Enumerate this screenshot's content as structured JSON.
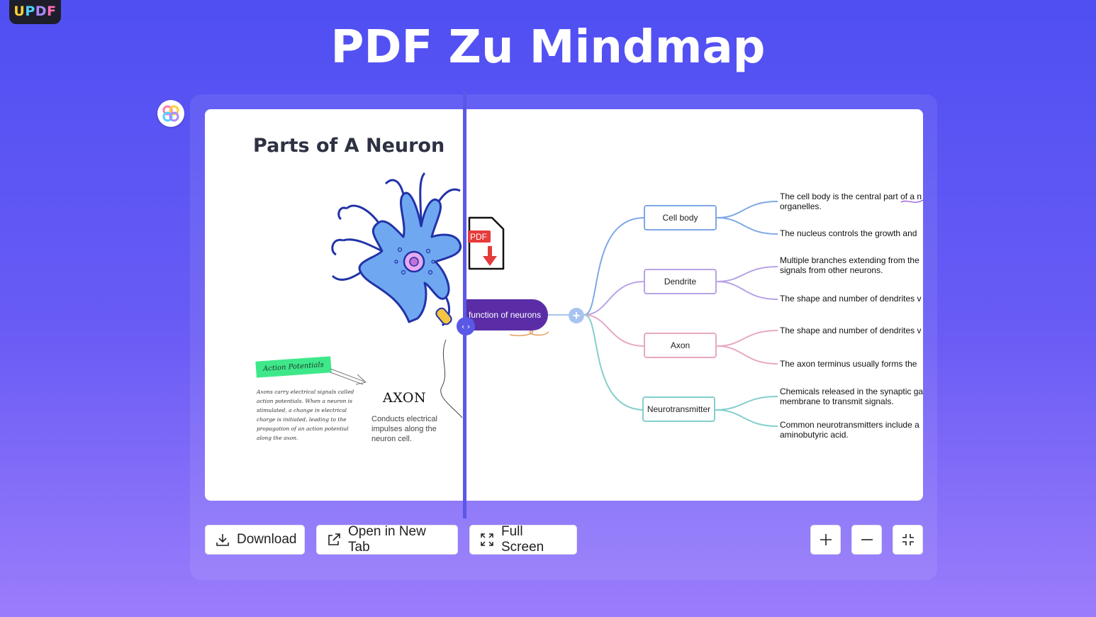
{
  "brand": {
    "logo_u": "U",
    "logo_p": "P",
    "logo_d": "D",
    "logo_f": "F"
  },
  "page": {
    "title": "PDF Zu Mindmap"
  },
  "document": {
    "title": "Parts of A Neuron",
    "action_label": "Action Potentials",
    "action_text": "Axons carry electrical signals called action potentials. When a neuron is stimulated, a change in electrical charge is initiated, leading to the propagation of an action potential along the axon.",
    "axon_title": "AXON",
    "axon_text": "Conducts electrical impulses along the neuron cell.",
    "pdf_badge": "PDF"
  },
  "mindmap": {
    "root": "function of neurons",
    "nodes": [
      {
        "label": "Cell body",
        "color": "#7fa8e6",
        "leaves": [
          "The cell body is the central part of a n",
          "organelles.",
          "The nucleus controls the growth and"
        ]
      },
      {
        "label": "Dendrite",
        "color": "#b9a3e6",
        "leaves": [
          "Multiple branches extending from the",
          "signals from other neurons.",
          "The shape and number of dendrites v"
        ]
      },
      {
        "label": "Axon",
        "color": "#e8a8c4",
        "leaves": [
          "The shape and number of dendrites v",
          "The axon terminus usually forms the"
        ]
      },
      {
        "label": "Neurotransmitter",
        "color": "#84cfcc",
        "leaves": [
          "Chemicals released in the synaptic ga",
          "membrane to transmit signals.",
          "Common neurotransmitters include a",
          "aminobutyric acid."
        ]
      }
    ]
  },
  "toolbar": {
    "download": "Download",
    "open_new_tab": "Open in New Tab",
    "full_screen": "Full Screen"
  },
  "colors": {
    "accent": "#5a58e6",
    "root": "#5a2da6",
    "background_top": "#4f4ff2",
    "background_bottom": "#9b7dfb"
  }
}
